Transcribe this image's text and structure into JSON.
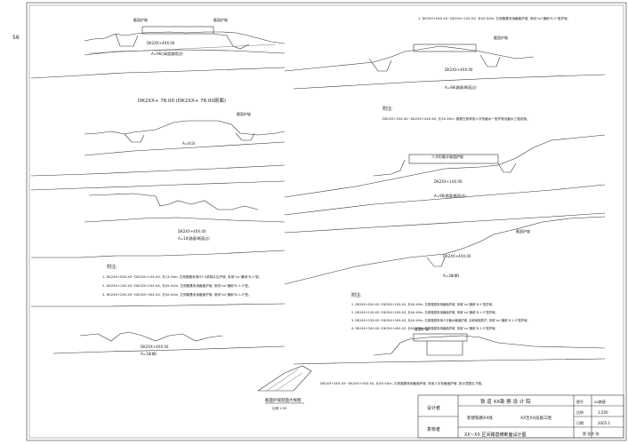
{
  "sheet": {
    "page_no": "56",
    "title_block": {
      "org_line": "铁 道 XX勘 察 设 计 院",
      "project_left": "新建铁路XX线",
      "project_right": "XX至XX段施工图",
      "drawing_title": "XX~XX 区间路基横断面设计图",
      "designer_label": "设计者",
      "reviewer_label": "复核者",
      "field_drawing_no_label": "图号",
      "field_drawing_no_value": "xx路基-",
      "field_scale_label": "比例",
      "field_scale_value": "1:200",
      "field_date_label": "日期",
      "field_date_value": "2005-1",
      "sheet_count": "第 张共 张"
    },
    "sections": [
      {
        "station": "DK2XX+4XX.00",
        "note": "A=96/(高度路堤边)",
        "labels": [
          "截面护坡",
          "截面护坡"
        ]
      },
      {
        "station": "DK2XX+ 78.00 (DK2XX+ 78.00剖面)",
        "note": "A=4(3)",
        "labels": [
          "截面护坡"
        ]
      },
      {
        "station": "DK2XX+4XX.00",
        "note": "A=10(路基/断面边)",
        "labels": []
      },
      {
        "station": "DK2XX+4XX.00",
        "note": "A=18(断)",
        "labels": []
      },
      {
        "station": "DK2XX+4XX.00",
        "note": "A=98(路基/断面边)",
        "labels": [
          "截面护坡"
        ]
      },
      {
        "station": "DK2XX+1XX.00",
        "note": "A=96(路基/断面边)",
        "labels": [
          "人字形截水坡道护坡"
        ]
      },
      {
        "station": "DK2XX+4XX.00",
        "note": "A=38(断)",
        "labels": [
          "截面护坡"
        ]
      }
    ],
    "notes_title": "附注:",
    "notes": [
      "1. DK2XX+0XX.XX~DK2XX+1XX.XX, 长13.00m, 左侧路基采用M7.5浆砌片石护坡, 采用\"xx\"通用\"8-1\"型。",
      "2. DK2XX+1XX.XX~DK2XX+2XX.XX, 长XX.XXm, 左侧路基采用截面护坡, 采用\"xx\"通用\"8-1-5\"型。",
      "3. DK2XX+2XX.XX~DK2XX+3XX.XX, 长XX.XXm, 左侧路基采用截面护坡, 采用\"xx\"通用\"8-1-5\"型。"
    ],
    "note_right_title": "附注:",
    "note_right": "DK2XX+2XX.XX~DK2XX+4XX.XX, 长XX.XXm, 路基左侧采用人字形截水一型护坡及截水工程设施。",
    "notes_bottom": [
      "1. DK2XX+0XX.XX~DK2XX+1XX.XX, 长XX.XXm, 左侧路基采用截面护坡, 采用\"xx\"通用\"8-1\"型护坡。",
      "2. DK2XX+1XX.XX~DK2XX+2XX.XX, 长XX.XXm, 右侧路基采用截面护坡, 采用\"xx\"通用\"8-1-5\"型护坡。",
      "3. DK2XX+2XX.XX~DK2XX+3XX.XX, 长XX.XXm, 右侧路基采用人字截水截面护坡, 全坡坡面防护, 采用\"xx\"通用\"8-1-5\"型护坡。",
      "4. DK2XX+3XX.XX~DK2XX+4XX.XX, 长XX.XXm, 左侧路基采用截面护坡, 采用\"xx\"通用\"8-1-5\"型护坡。"
    ],
    "note_bottom_single": "DK2XX+4XX.XX~DK2XX+5XX.XX, 长XX.XXm, 左侧路基采用截面护坡, 采用人字形截面护坡, 其示意图见下图。",
    "detail_label": "截面护坡剖面大样图",
    "detail_scale": "比例 1:50"
  }
}
